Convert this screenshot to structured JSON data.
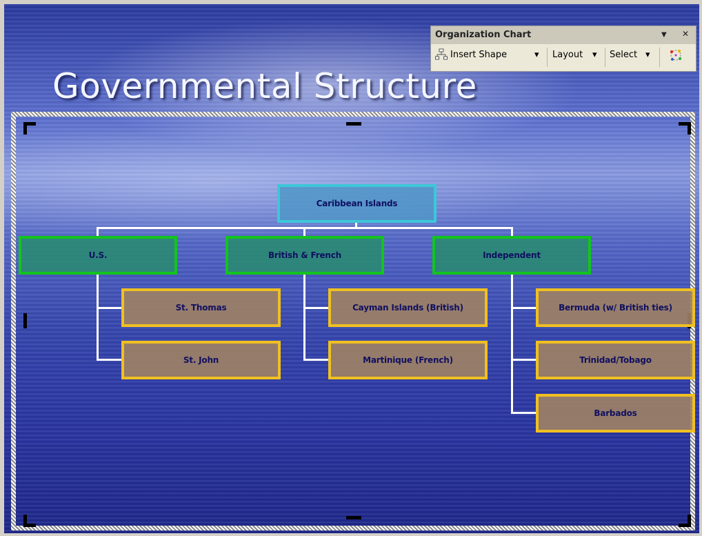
{
  "slide": {
    "title": "Governmental Structure"
  },
  "toolbar": {
    "title": "Organization Chart",
    "insert_shape": "Insert Shape",
    "layout": "Layout",
    "select": "Select",
    "dropdown_glyph": "▾",
    "close_glyph": "✕",
    "menu_glyph": "▼"
  },
  "org_chart": {
    "root": "Caribbean Islands",
    "groups": [
      {
        "label": "U.S.",
        "children": [
          "St. Thomas",
          "St. John"
        ]
      },
      {
        "label": "British & French",
        "children": [
          "Cayman Islands (British)",
          "Martinique (French)"
        ]
      },
      {
        "label": "Independent",
        "children": [
          "Bermuda (w/ British ties)",
          "Trinidad/Tobago",
          "Barbados"
        ]
      }
    ]
  },
  "colors": {
    "root_border": "#3dc7d8",
    "group_border": "#13c41e",
    "leaf_border": "#f0c020",
    "connector": "#ffffff",
    "slide_bg": "#3646ac"
  }
}
